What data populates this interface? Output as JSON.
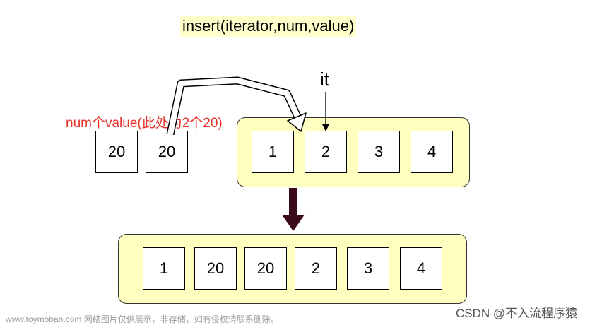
{
  "title": "insert(iterator,num,value)",
  "iterator_label": "it",
  "note": "num个value(此处为2个20)",
  "inserted_values": [
    "20",
    "20"
  ],
  "source_vector": [
    "1",
    "2",
    "3",
    "4"
  ],
  "result_vector": [
    "1",
    "20",
    "20",
    "2",
    "3",
    "4"
  ],
  "colors": {
    "container_fill": "#ffffc0",
    "title_highlight": "#ffffcc",
    "note_text": "#e6332a",
    "down_arrow": "#3a0a1a"
  },
  "watermark_left": "www.toymoban.com 网络图片仅供展示，非存储，如有侵权请联系删除。",
  "watermark_right": "CSDN @不入流程序猿"
}
